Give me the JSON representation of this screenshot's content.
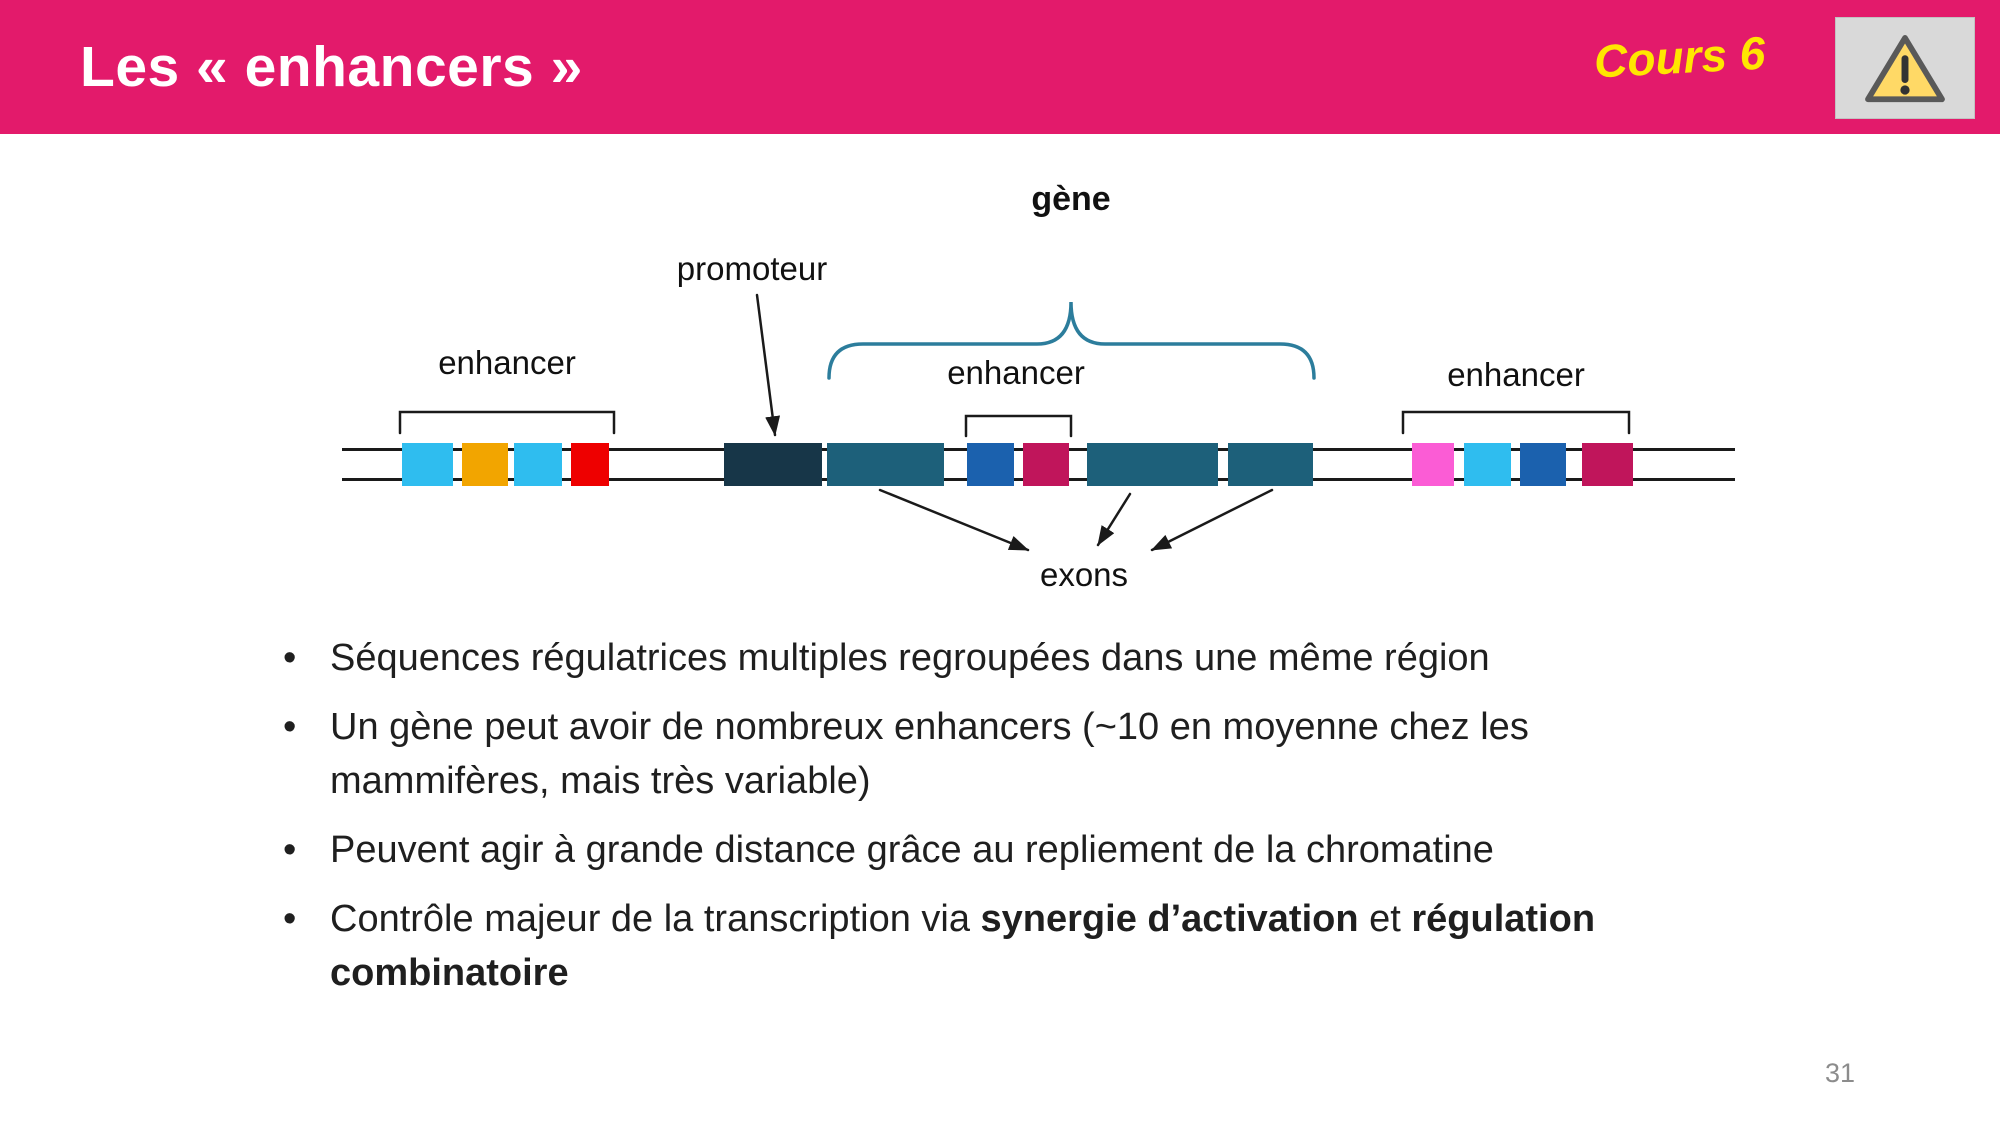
{
  "header": {
    "title": "Les « enhancers »",
    "course_tag": "Cours 6",
    "bg_color": "#E31A6B",
    "tag_color": "#FFE600"
  },
  "icons": {
    "warning": "warning-triangle"
  },
  "diagram": {
    "labels": {
      "gene": "gène",
      "promoter": "promoteur",
      "enhancer_left": "enhancer",
      "enhancer_middle": "enhancer",
      "enhancer_right": "enhancer",
      "exons": "exons"
    },
    "colors": {
      "cyan": "#2FBDEF",
      "yellow": "#F2A500",
      "red": "#EE0000",
      "dark_navy": "#173648",
      "teal": "#1D607A",
      "blue": "#1B61AE",
      "crimson": "#C0155B",
      "pink": "#FB5CD5",
      "brace": "#2C7D9C",
      "line": "#1A1A1A"
    }
  },
  "bullets": {
    "marker": "•",
    "item1": "Séquences régulatrices multiples regroupées dans une même région",
    "item2_line1": "Un gène peut avoir de nombreux enhancers (~10 en moyenne chez les",
    "item2_line2": "mammifères, mais très variable)",
    "item3": "Peuvent agir à grande distance grâce au repliement de la chromatine",
    "item4_prefix": "Contrôle majeur de la transcription via ",
    "item4_bold1": "synergie d’activation",
    "item4_mid": " et ",
    "item4_bold2_line1": "régulation",
    "item4_bold2_line2": "combinatoire"
  },
  "footer": {
    "page_number": "31"
  }
}
